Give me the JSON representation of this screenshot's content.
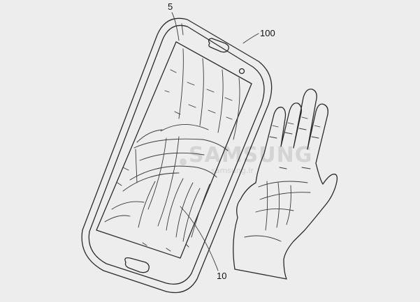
{
  "figure": {
    "labels": {
      "screen_ref": "5",
      "device_ref": "100",
      "palm_image_ref": "10"
    },
    "watermark": {
      "brand": "SAMSUNG",
      "site": "samsung.ir"
    }
  }
}
